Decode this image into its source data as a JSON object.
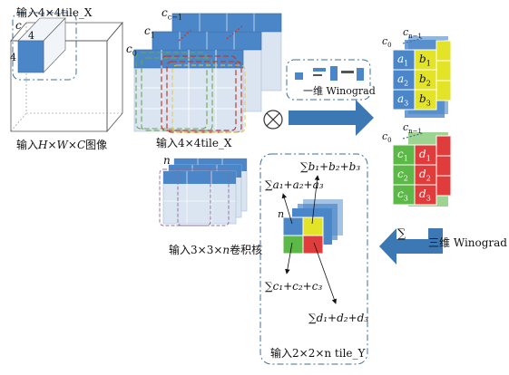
{
  "labels": {
    "input_tile_top": "输入4×4tile_X",
    "input_volume_prefix": "输入",
    "input_volume_h": "H",
    "input_volume_w": "W",
    "input_volume_c": "C",
    "input_volume_suffix": "图像",
    "input_tile_mid": "输入4×4tile_X",
    "one_d_winograd": "一维 Winograd",
    "three_d_winograd": "三维 Winograd",
    "kernel_label_prefix": "输入3×3×",
    "kernel_label_n": "n",
    "kernel_label_suffix": "卷积核",
    "output_tile": "输入2×2×n tile_Y",
    "sum_symbol": "∑",
    "otimes": "⊗"
  },
  "volume": {
    "c": "c",
    "four_a": "4",
    "four_b": "4"
  },
  "tiles": {
    "c_minus_1": "c",
    "c_minus_1_sub": "c−1",
    "c1": "c",
    "c1_sub": "1",
    "c0": "c",
    "c0_sub": "0",
    "n": "n"
  },
  "groups": {
    "top": {
      "c0": "c",
      "c0_sub": "0",
      "cn1": "c",
      "cn1_sub": "n−1",
      "rows": [
        {
          "left": "a",
          "left_sub": "1",
          "right": "b",
          "right_sub": "1"
        },
        {
          "left": "a",
          "left_sub": "2",
          "right": "b",
          "right_sub": "2"
        },
        {
          "left": "a",
          "left_sub": "3",
          "right": "b",
          "right_sub": "3"
        }
      ]
    },
    "bottom": {
      "c0": "c",
      "c0_sub": "0",
      "cn1": "c",
      "cn1_sub": "n−1",
      "rows": [
        {
          "left": "c",
          "left_sub": "1",
          "right": "d",
          "right_sub": "1"
        },
        {
          "left": "c",
          "left_sub": "2",
          "right": "d",
          "right_sub": "2"
        },
        {
          "left": "c",
          "left_sub": "3",
          "right": "d",
          "right_sub": "3"
        }
      ]
    }
  },
  "sums": {
    "a": "∑a₁+a₂+a₃",
    "b": "∑b₁+b₂+b₃",
    "c": "∑c₁+c₂+c₃",
    "d": "∑d₁+d₂+d₃"
  },
  "colors": {
    "blue": "#4a86c8",
    "blue_dark": "#2f6aad",
    "light_blue": "#dbe5f1",
    "yellow": "#e3e327",
    "green": "#5cb847",
    "red": "#e03c3c",
    "dash_blue": "#3f6f9a",
    "dash_green": "#6aa84f",
    "dash_red": "#c0392b",
    "arrow": "#3c78b4"
  }
}
